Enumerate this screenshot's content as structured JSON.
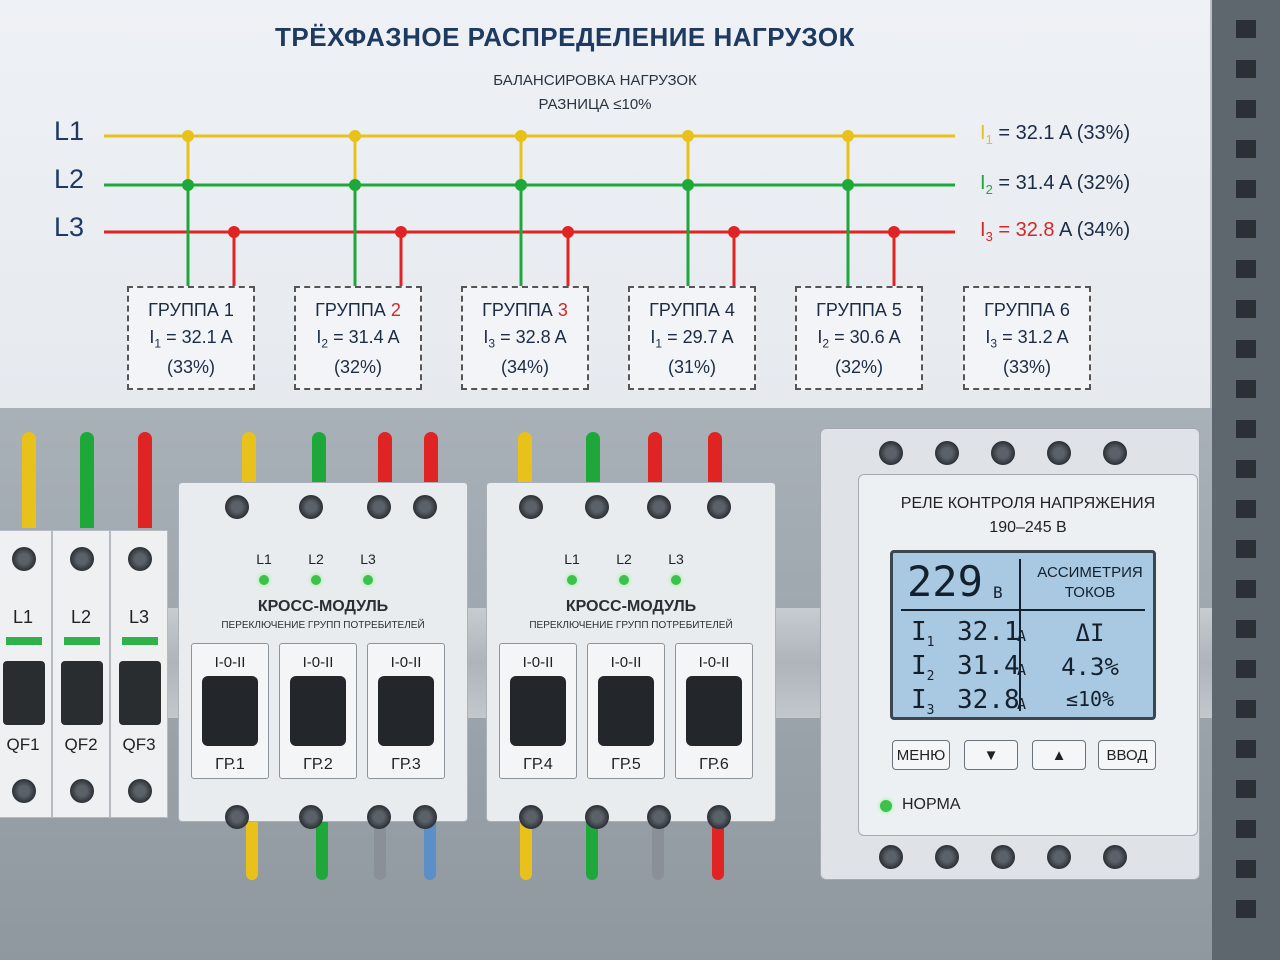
{
  "diagram": {
    "title": "ТРЁХФАЗНОЕ РАСПРЕДЕЛЕНИЕ НАГРУЗОК",
    "subtitle_line1": "БАЛАНСИРОВКА НАГРУЗОК",
    "subtitle_line2": "РАЗНИЦА ≤10%",
    "phases": [
      {
        "name": "L1",
        "color": "#e8c21b",
        "reading_prefix": "I",
        "reading_sub": "1",
        "reading_value": "= 32.1 A (33%)"
      },
      {
        "name": "L2",
        "color": "#1ea83a",
        "reading_prefix": "I",
        "reading_sub": "2",
        "reading_value": "= 31.4 A (32%)"
      },
      {
        "name": "L3",
        "color": "#e02424",
        "reading_prefix": "I",
        "reading_sub": "3",
        "reading_value_red": "= 32.8",
        "reading_value_tail": "A (34%)"
      }
    ],
    "groups": [
      {
        "name": "ГРУППА 1",
        "i_sub": "1",
        "current": "= 32.1 A",
        "percent": "(33%)"
      },
      {
        "name": "ГРУППА",
        "name_num": "2",
        "i_sub": "2",
        "current": "= 31.4 A",
        "percent": "(32%)"
      },
      {
        "name": "ГРУППА",
        "name_num": "3",
        "i_sub": "3",
        "current": "= 32.8 A",
        "percent": "(34%)"
      },
      {
        "name": "ГРУППА 4",
        "i_sub": "1",
        "current": "= 29.7 A",
        "percent": "(31%)"
      },
      {
        "name": "ГРУППА 5",
        "i_sub": "2",
        "current": "= 30.6 A",
        "percent": "(32%)"
      },
      {
        "name": "ГРУППА 6",
        "i_sub": "3",
        "current": "= 31.2 A",
        "percent": "(33%)"
      }
    ]
  },
  "breakers": [
    {
      "phase": "L1",
      "label": "QF1"
    },
    {
      "phase": "L2",
      "label": "QF2"
    },
    {
      "phase": "L3",
      "label": "QF3"
    }
  ],
  "modules": [
    {
      "title": "КРОСС-МОДУЛЬ",
      "subtitle": "ПЕРЕКЛЮЧЕНИЕ ГРУПП ПОТРЕБИТЕЛЕЙ",
      "leds": [
        "L1",
        "L2",
        "L3"
      ],
      "switches": [
        {
          "position_label": "I-0-II",
          "group": "ГР.1"
        },
        {
          "position_label": "I-0-II",
          "group": "ГР.2"
        },
        {
          "position_label": "I-0-II",
          "group": "ГР.3"
        }
      ]
    },
    {
      "title": "КРОСС-МОДУЛЬ",
      "subtitle": "ПЕРЕКЛЮЧЕНИЕ ГРУПП ПОТРЕБИТЕЛЕЙ",
      "leds": [
        "L1",
        "L2",
        "L3"
      ],
      "switches": [
        {
          "position_label": "I-0-II",
          "group": "ГР.4"
        },
        {
          "position_label": "I-0-II",
          "group": "ГР.5"
        },
        {
          "position_label": "I-0-II",
          "group": "ГР.6"
        }
      ]
    }
  ],
  "relay": {
    "title_line1": "РЕЛЕ КОНТРОЛЯ НАПРЯЖЕНИЯ",
    "title_line2": "190–245 В",
    "voltage": "229",
    "voltage_unit": "В",
    "asym_line1": "АССИМЕТРИЯ",
    "asym_line2": "ТОКОВ",
    "currents": [
      {
        "sub": "1",
        "value": "32.1",
        "unit": "A"
      },
      {
        "sub": "2",
        "value": "31.4",
        "unit": "A"
      },
      {
        "sub": "3",
        "value": "32.8",
        "unit": "A"
      }
    ],
    "delta_label": "ΔI",
    "delta_value": "4.3%",
    "limit": "≤10%",
    "buttons": {
      "menu": "МЕНЮ",
      "down": "▼",
      "up": "▲",
      "enter": "ВВОД"
    },
    "status": "НОРМА"
  },
  "colors": {
    "l1": "#e8c21b",
    "l2": "#1ea83a",
    "l3": "#e02424"
  }
}
